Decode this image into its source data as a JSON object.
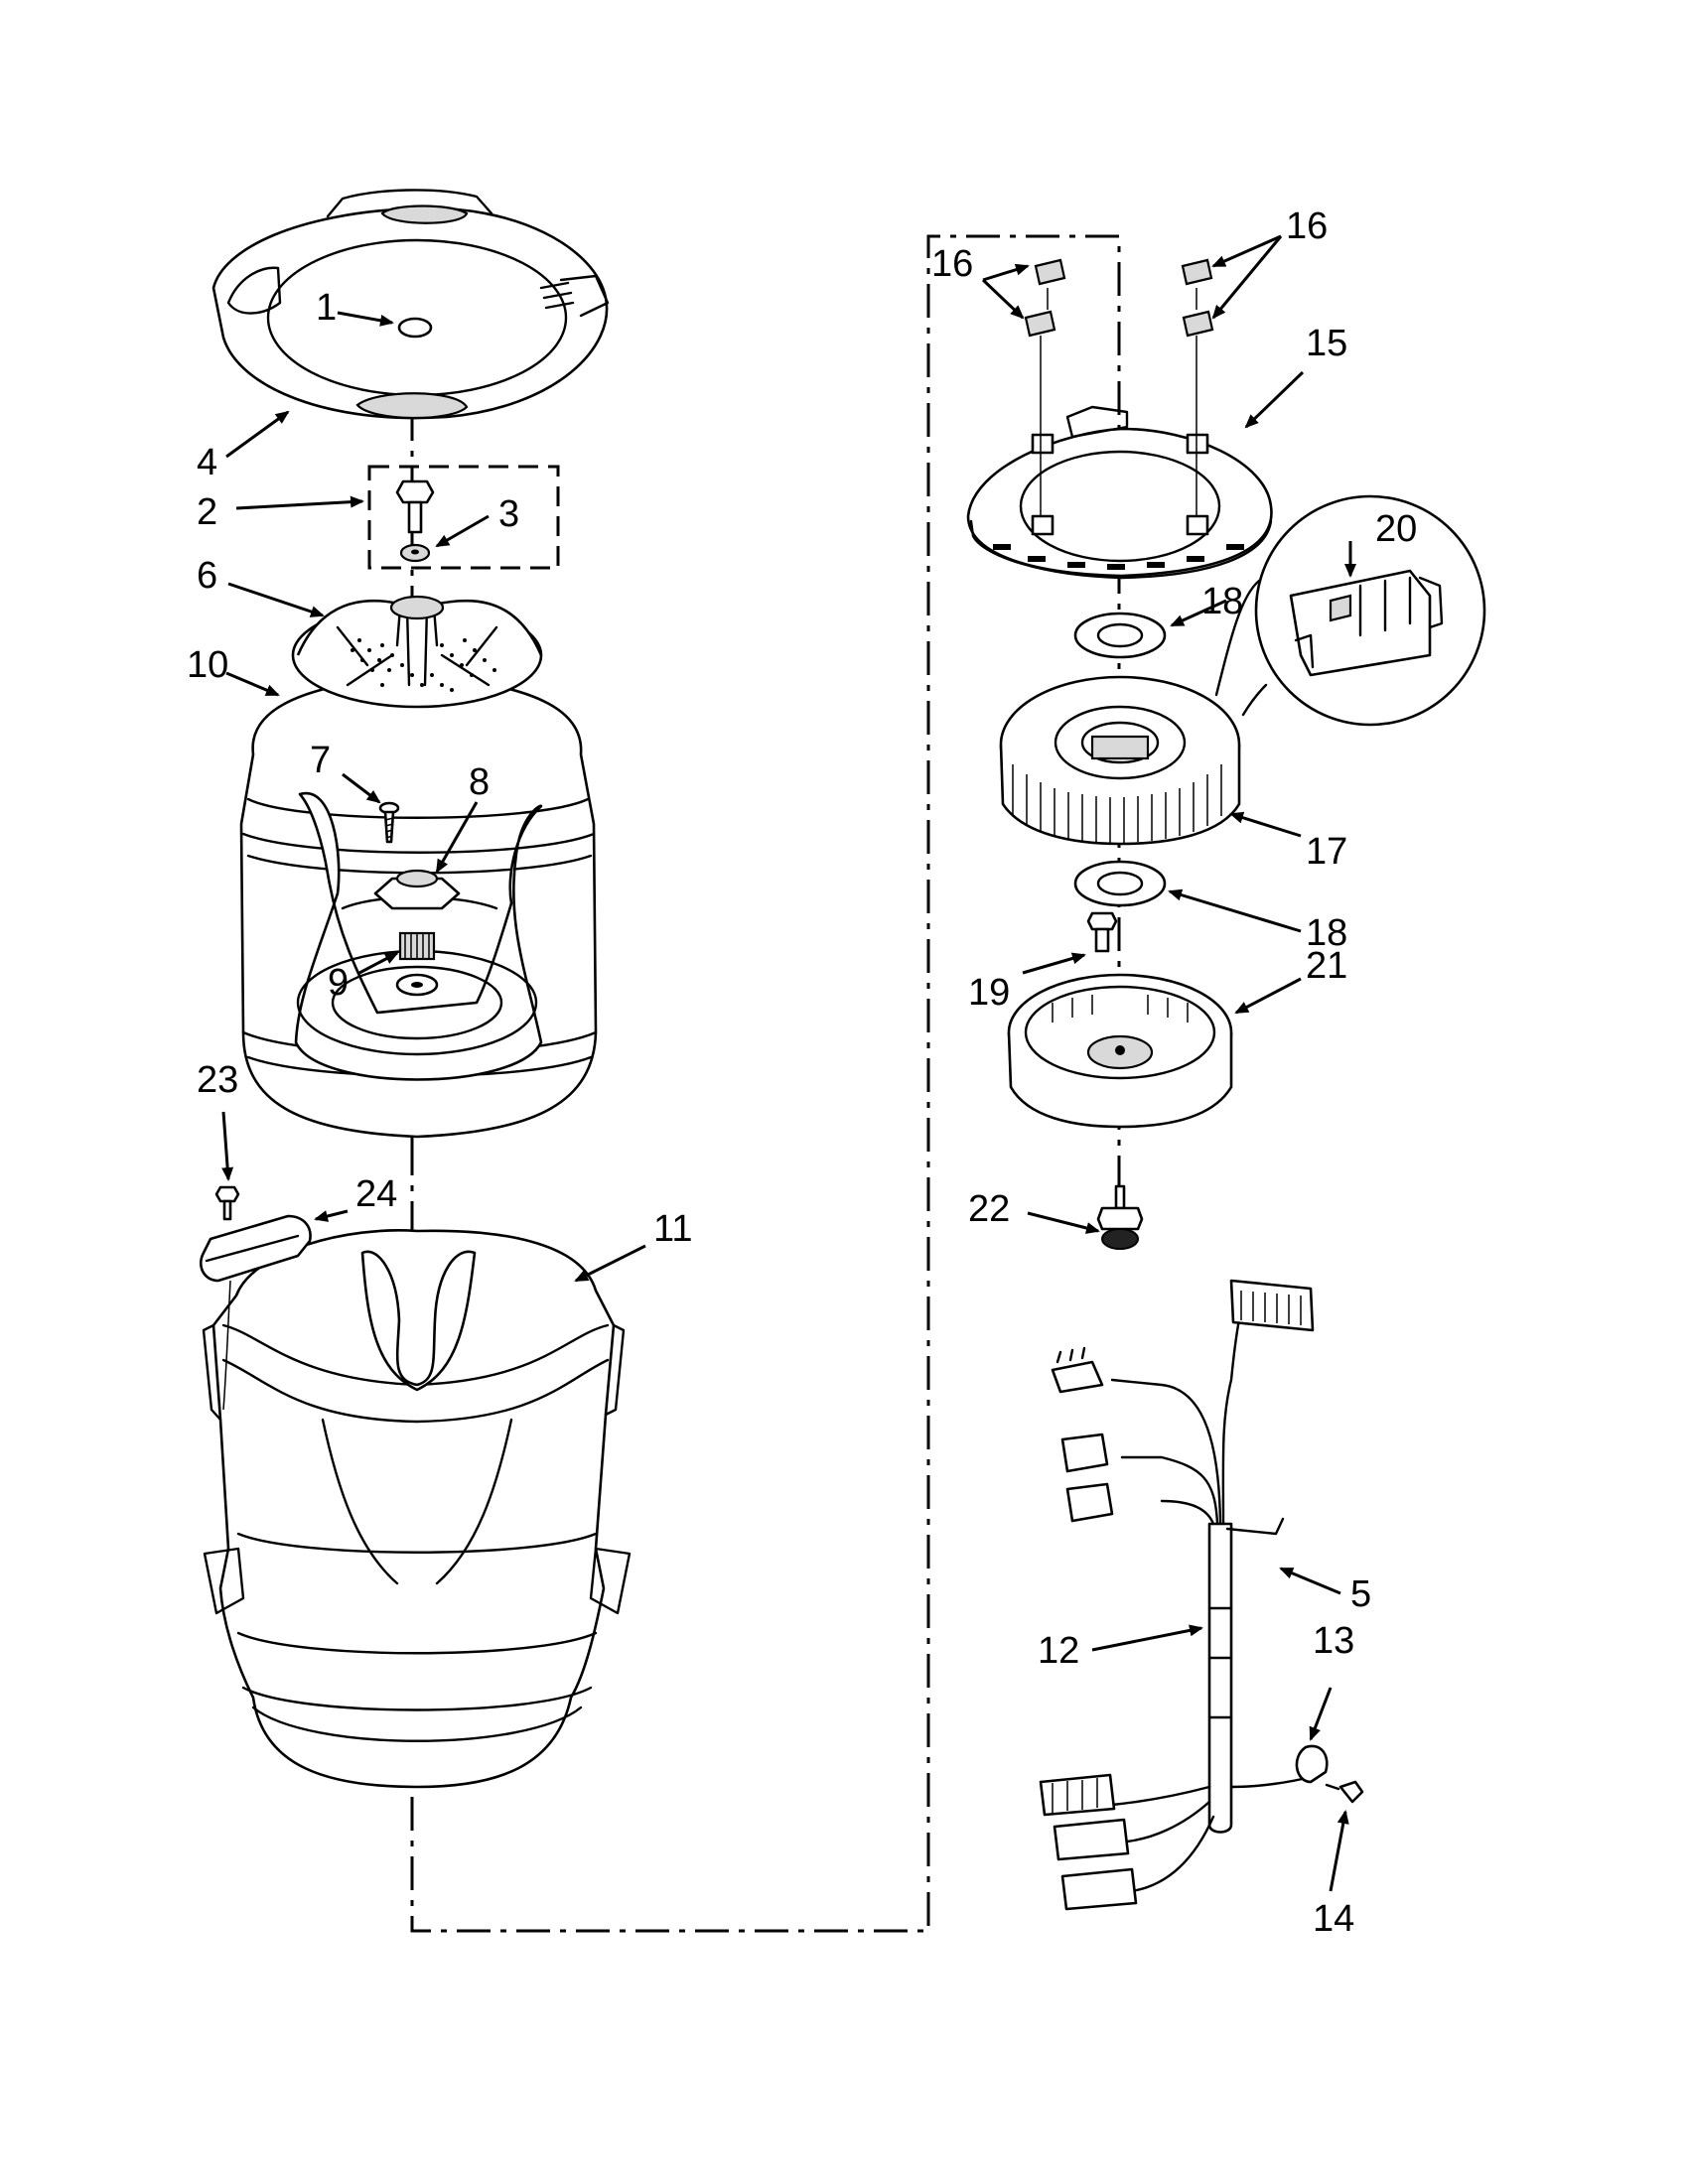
{
  "callouts": [
    "1",
    "2",
    "3",
    "4",
    "5",
    "6",
    "7",
    "8",
    "9",
    "10",
    "11",
    "12",
    "13",
    "14",
    "15",
    "16",
    "16",
    "17",
    "18",
    "18",
    "19",
    "20",
    "21",
    "22",
    "23",
    "24"
  ],
  "colors": {
    "line": "#000000",
    "background": "#ffffff",
    "fill_light": "#d9d9d9"
  }
}
